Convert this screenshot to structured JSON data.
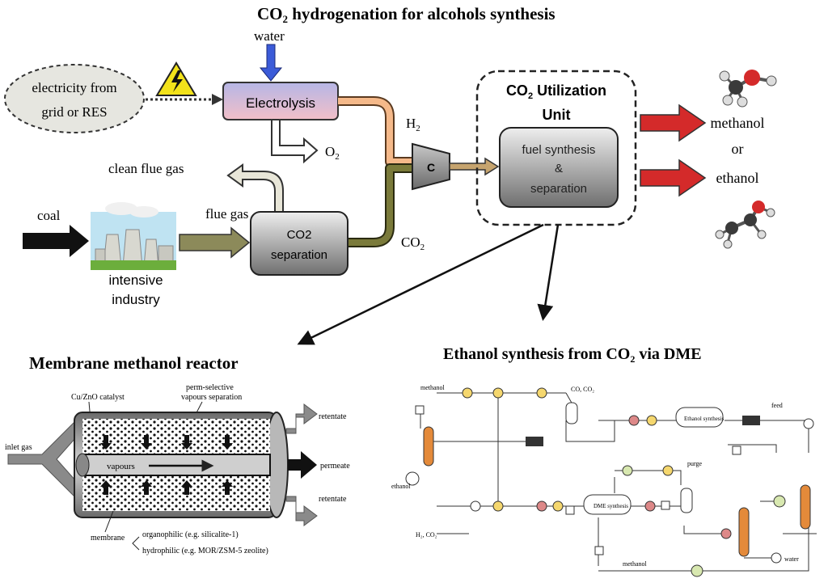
{
  "title_prefix": "CO",
  "title_sub": "2",
  "title_suffix": " hydrogenation for alcohols synthesis",
  "labels": {
    "water": "water",
    "electricity_line1": "electricity from",
    "electricity_line2": "grid or RES",
    "electrolysis": "Electrolysis",
    "o2": "O",
    "o2_sub": "2",
    "h2": "H",
    "h2_sub": "2",
    "compressor": "C",
    "clean_flue_gas": "clean flue gas",
    "flue_gas": "flue gas",
    "coal": "coal",
    "industry_line1": "intensive",
    "industry_line2": "industry",
    "co2_sep_line1": "CO2",
    "co2_sep_line2": "separation",
    "co2": "CO",
    "co2_sub": "2",
    "util_line1": "CO",
    "util_line1_sub": "2",
    "util_line1_rest": " Utilization",
    "util_line2": "Unit",
    "fuel_line1": "fuel synthesis",
    "fuel_line2": "&",
    "fuel_line3": "separation",
    "methanol": "methanol",
    "or": "or",
    "ethanol": "ethanol"
  },
  "membrane": {
    "title": "Membrane methanol reactor",
    "catalyst": "Cu/ZnO catalyst",
    "perm_line1": "perm-selective",
    "perm_line2": "vapours separation",
    "inlet": "inlet gas",
    "retentate_top": "retentate",
    "permeate": "permeate",
    "retentate_bottom": "retentate",
    "vapours": "vapours",
    "membrane_label": "membrane",
    "organophilic": "organophilic (e.g. silicalite-1)",
    "hydrophilic": "hydrophilic (e.g. MOR/ZSM-5 zeolite)"
  },
  "ethanol_flowsheet": {
    "title_prefix": "Ethanol synthesis from CO",
    "title_sub": "2",
    "title_suffix": " via DME",
    "methanol_in": "methanol",
    "co_co2": "CO, CO₂",
    "ethanol_reactor": "Ethanol synthesis",
    "dme_reactor": "DME synthesis",
    "h2_co2": "H₂, CO₂",
    "ethanol_out": "ethanol",
    "methanol_recycle": "methanol",
    "purge": "purge",
    "water": "water",
    "feed": "feed"
  },
  "colors": {
    "h2_line": "#f5b98a",
    "co2_line": "#7a7a3a",
    "flue_line": "#8c8a5a",
    "product_arrow": "#d42a2a",
    "water_arrow": "#3b5bd8",
    "warning": "#f2e21a"
  }
}
